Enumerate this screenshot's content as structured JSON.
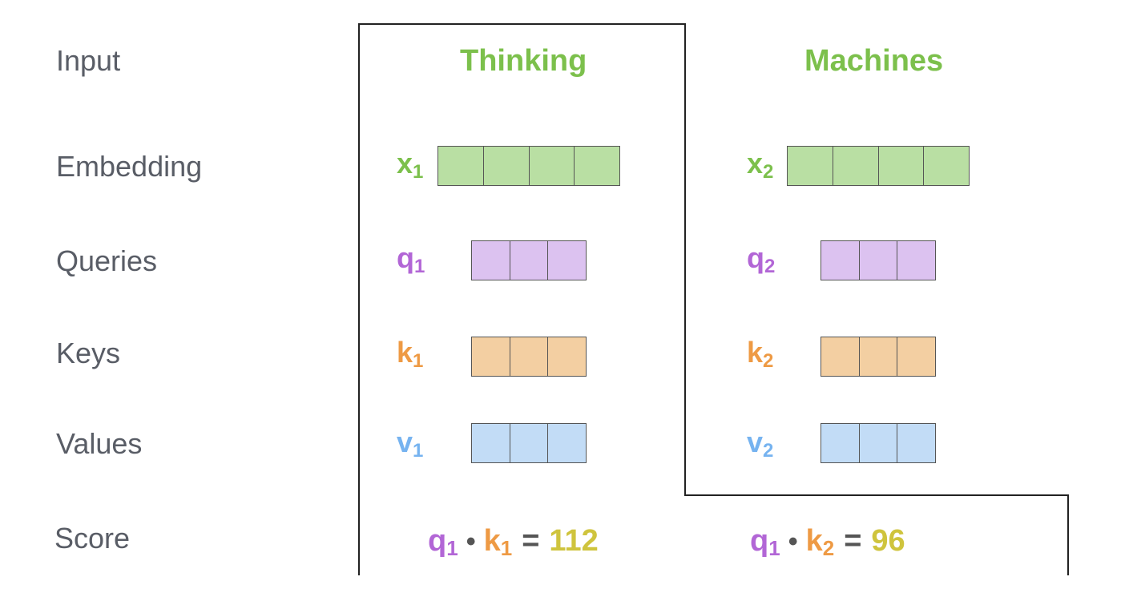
{
  "rows": {
    "input": "Input",
    "embedding": "Embedding",
    "queries": "Queries",
    "keys": "Keys",
    "values": "Values",
    "score": "Score"
  },
  "words": [
    "Thinking",
    "Machines"
  ],
  "vectors": {
    "x1": {
      "base": "x",
      "sub": "1",
      "color": "#7cc04c",
      "fill": "#b9dfa3",
      "cells": 4
    },
    "x2": {
      "base": "x",
      "sub": "2",
      "color": "#7cc04c",
      "fill": "#b9dfa3",
      "cells": 4
    },
    "q1": {
      "base": "q",
      "sub": "1",
      "color": "#b266d6",
      "fill": "#dcc2f0",
      "cells": 3
    },
    "q2": {
      "base": "q",
      "sub": "2",
      "color": "#b266d6",
      "fill": "#dcc2f0",
      "cells": 3
    },
    "k1": {
      "base": "k",
      "sub": "1",
      "color": "#ee9a44",
      "fill": "#f3cfa2",
      "cells": 3
    },
    "k2": {
      "base": "k",
      "sub": "2",
      "color": "#ee9a44",
      "fill": "#f3cfa2",
      "cells": 3
    },
    "v1": {
      "base": "v",
      "sub": "1",
      "color": "#76b3f0",
      "fill": "#c2dcf6",
      "cells": 3
    },
    "v2": {
      "base": "v",
      "sub": "2",
      "color": "#76b3f0",
      "fill": "#c2dcf6",
      "cells": 3
    }
  },
  "scores": [
    {
      "q": "q",
      "q_sub": "1",
      "k": "k",
      "k_sub": "1",
      "dot": "•",
      "eq": "=",
      "value": "112"
    },
    {
      "q": "q",
      "q_sub": "1",
      "k": "k",
      "k_sub": "2",
      "dot": "•",
      "eq": "=",
      "value": "96"
    }
  ],
  "colors": {
    "label": "#595d66",
    "word": "#7cc04c",
    "query": "#b266d6",
    "key": "#ee9a44",
    "value_vec": "#76b3f0",
    "score_value": "#cfc43d",
    "frame": "#222222"
  }
}
